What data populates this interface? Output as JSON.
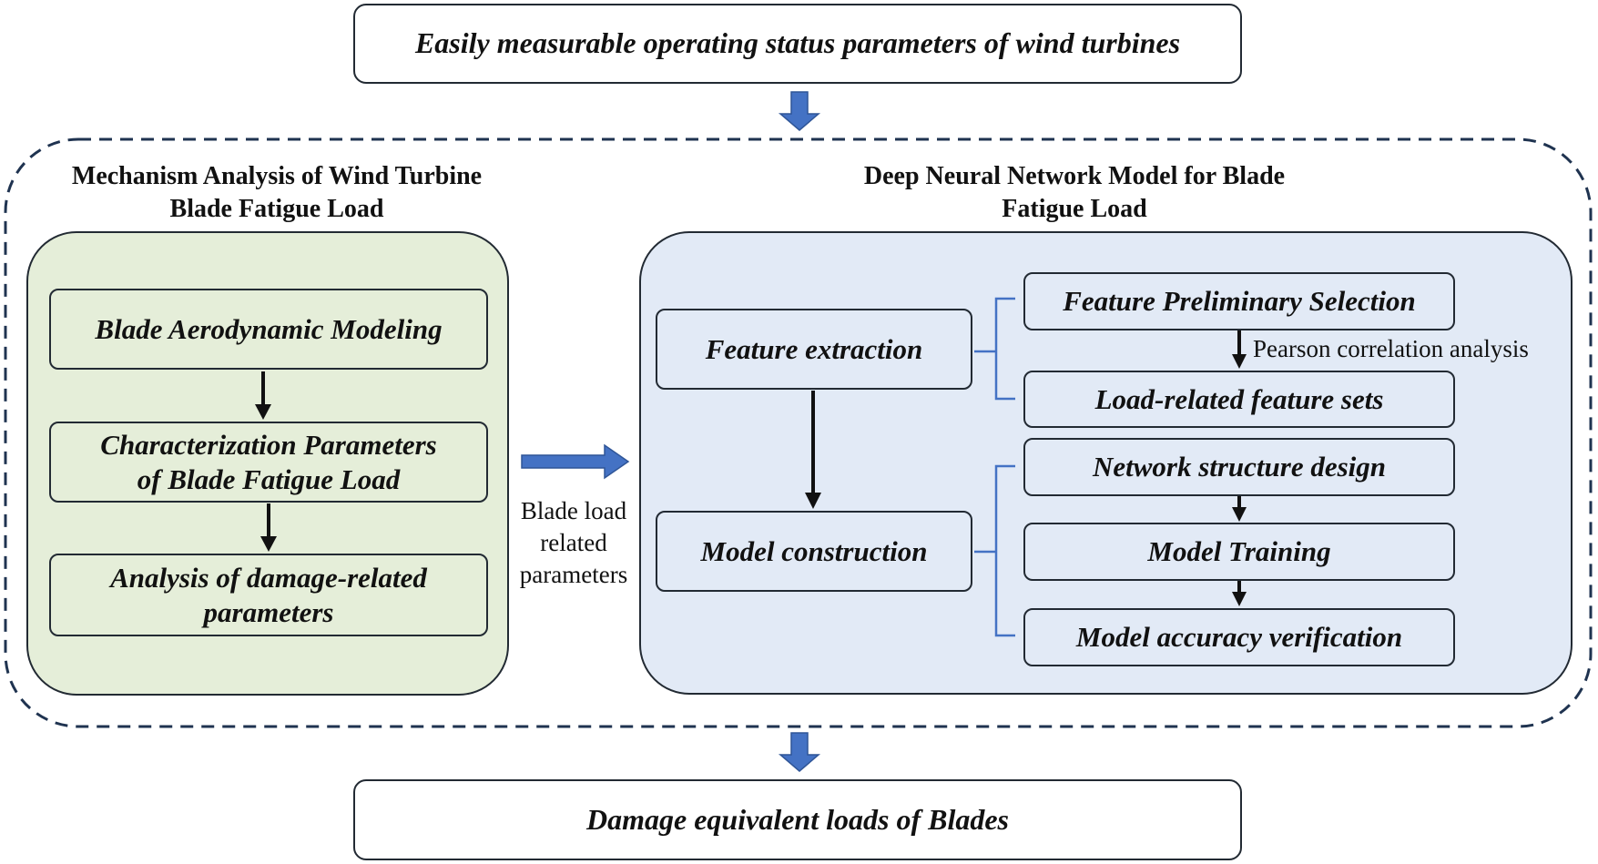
{
  "input": {
    "label": "Easily measurable operating status parameters of wind turbines"
  },
  "output": {
    "label": "Damage equivalent loads of Blades"
  },
  "mechanism": {
    "heading_line1": "Mechanism Analysis of Wind Turbine",
    "heading_line2": "Blade Fatigue Load",
    "steps": [
      {
        "line1": "Blade Aerodynamic Modeling",
        "line2": ""
      },
      {
        "line1": "Characterization Parameters",
        "line2": "of Blade Fatigue Load"
      },
      {
        "line1": "Analysis of damage-related",
        "line2": "parameters"
      }
    ]
  },
  "bridge": {
    "line1": "Blade load",
    "line2": "related",
    "line3": "parameters"
  },
  "dnn": {
    "heading_line1": "Deep Neural Network Model for Blade",
    "heading_line2": "Fatigue Load",
    "feature_extraction": "Feature extraction",
    "model_construction": "Model construction",
    "feature_preliminary_selection": "Feature Preliminary Selection",
    "pearson_note": "Pearson correlation analysis",
    "load_related_feature_sets": "Load-related feature sets",
    "network_structure_design": "Network structure design",
    "model_training": "Model Training",
    "model_accuracy_verification": "Model accuracy verification"
  },
  "colors": {
    "arrow_blue": "#4472c4",
    "green_panel": "#e5eed9",
    "blue_panel": "#e2eaf6",
    "dashed_border": "#1f3350",
    "bracket": "#4472c4"
  }
}
